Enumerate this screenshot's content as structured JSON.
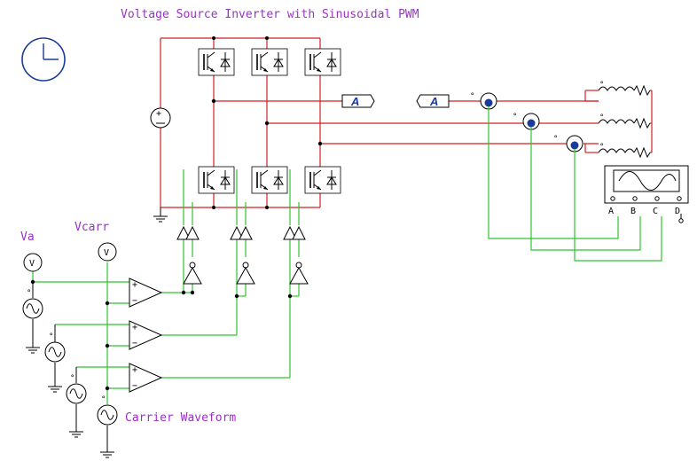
{
  "title": "Voltage Source Inverter with Sinusoidal PWM",
  "labels": {
    "va": "Va",
    "vcarr": "Vcarr",
    "carrier": "Carrier Waveform",
    "voltmeter_symbol": "V",
    "ammeter_symbol": "A",
    "scope_a": "A",
    "scope_b": "B",
    "scope_c": "C",
    "scope_d": "D",
    "plus": "+",
    "minus": "−"
  },
  "icons": {
    "clock": "clock-icon",
    "dc_source": "dc-source-icon",
    "ac_source": "ac-source-icon",
    "comparator": "comparator-icon",
    "inverter": "not-gate-icon",
    "igbt": "igbt-switch-icon",
    "inductor": "inductor-icon",
    "current_probe": "current-probe-icon",
    "scope": "oscilloscope-icon"
  },
  "colors": {
    "power": "#d42020",
    "signal": "#2fc42f",
    "node": "#1a3a9c",
    "label": "#9b30c8"
  }
}
